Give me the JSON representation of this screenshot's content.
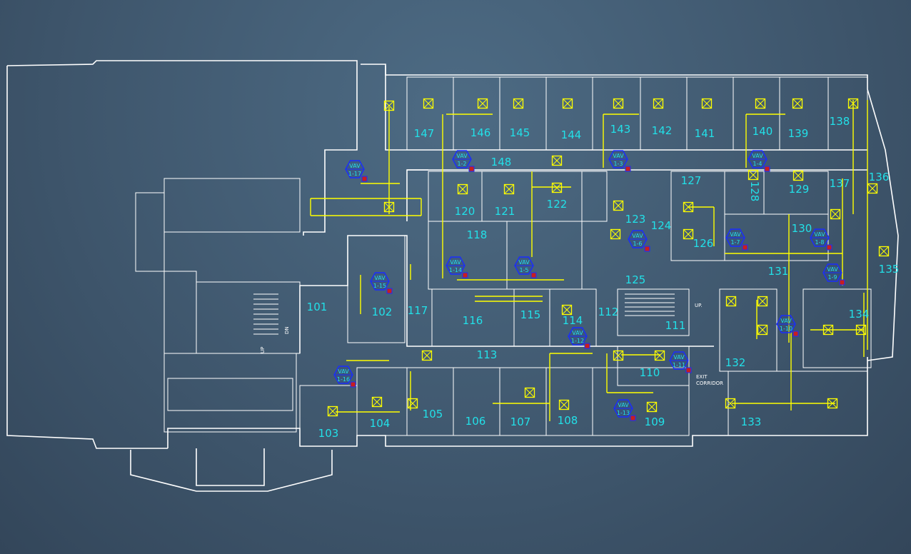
{
  "rooms": [
    "147",
    "146",
    "145",
    "144",
    "143",
    "142",
    "141",
    "140",
    "139",
    "138",
    "148",
    "127",
    "128",
    "129",
    "136",
    "137",
    "120",
    "121",
    "122",
    "123",
    "124",
    "126",
    "130",
    "135",
    "118",
    "131",
    "125",
    "101",
    "102",
    "117",
    "116",
    "115",
    "114",
    "112",
    "111",
    "134",
    "132",
    "113",
    "110",
    "133",
    "105",
    "106",
    "107",
    "108",
    "109",
    "104",
    "103"
  ],
  "vav_boxes": [
    {
      "line1": "VAV",
      "line2": "1-17"
    },
    {
      "line1": "VAV",
      "line2": "1-2"
    },
    {
      "line1": "VAV",
      "line2": "1-3"
    },
    {
      "line1": "VAV",
      "line2": "1-4"
    },
    {
      "line1": "VAV",
      "line2": "1-6"
    },
    {
      "line1": "VAV",
      "line2": "1-7"
    },
    {
      "line1": "VAV",
      "line2": "1-8"
    },
    {
      "line1": "VAV",
      "line2": "1-9"
    },
    {
      "line1": "VAV",
      "line2": "1-14"
    },
    {
      "line1": "VAV",
      "line2": "1-5"
    },
    {
      "line1": "VAV",
      "line2": "1-15"
    },
    {
      "line1": "VAV",
      "line2": "1-10"
    },
    {
      "line1": "VAV",
      "line2": "1-12"
    },
    {
      "line1": "VAV",
      "line2": "1-11"
    },
    {
      "line1": "VAV",
      "line2": "1-16"
    },
    {
      "line1": "VAV",
      "line2": "1-13"
    }
  ],
  "notes": {
    "up_right": "UP.",
    "up_stair": "UP",
    "dn_stair": "DN",
    "exit_line1": "EXIT",
    "exit_line2": "CORRIDOR"
  },
  "colors": {
    "walls": "#ffffff",
    "ducts": "#ffff00",
    "vav": "#1a2cff",
    "room_labels": "#22e0e8",
    "background": "#425b72"
  }
}
